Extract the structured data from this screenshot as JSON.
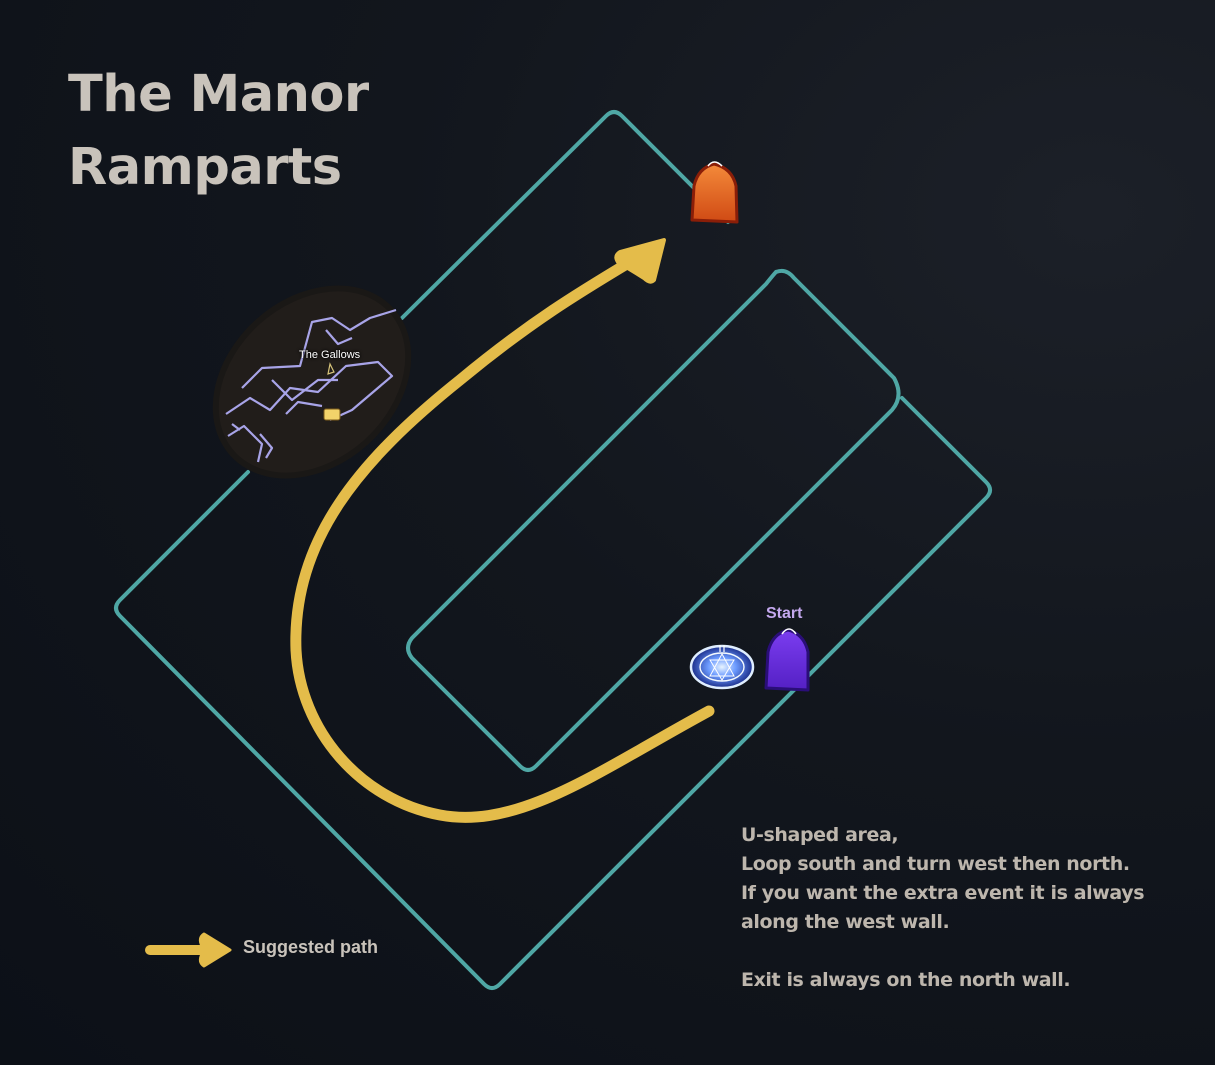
{
  "title": {
    "line1": "The Manor",
    "line2": "Ramparts"
  },
  "markers": {
    "start_label": "Start",
    "minimap_label": "The Gallows"
  },
  "notes": {
    "line1": "U-shaped area,",
    "line2": "Loop south and turn west then north.",
    "line3": "If you want the extra event it is always",
    "line4": "along the west wall.",
    "line5": "Exit is always on the north wall."
  },
  "legend": {
    "label": "Suggested path"
  },
  "colors": {
    "background": "#0f1319",
    "outline": "#4fa7a5",
    "path": "#e4bc4a",
    "title_text": "#c9c3bb",
    "start_marker": "#6a2bd8",
    "exit_marker": "#e6611f",
    "start_label": "#c4a8ee"
  },
  "icons": {
    "start": "purple-tombstone-marker-icon",
    "exit": "orange-tombstone-marker-icon",
    "waypoint": "blue-waypoint-portal-icon",
    "path_arrow": "yellow-arrow-icon"
  }
}
